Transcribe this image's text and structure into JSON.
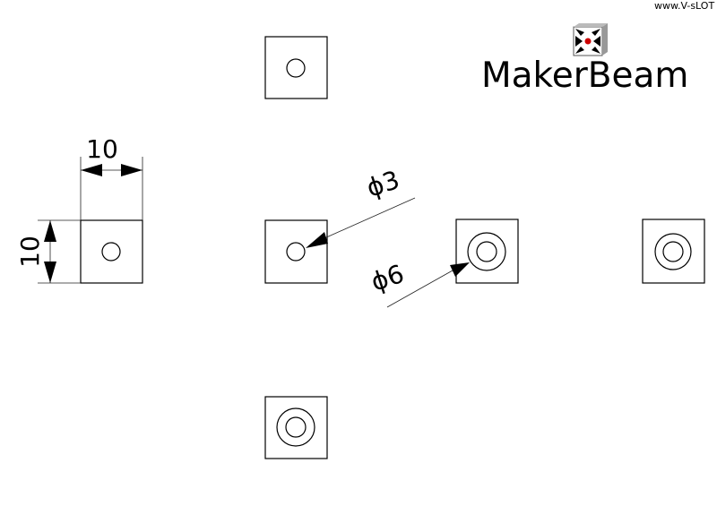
{
  "header": {
    "website": "www.V-sLOT",
    "brand": "MakerBeam"
  },
  "dimensions": {
    "width": "10",
    "height": "10",
    "hole_small": "ϕ3",
    "hole_large": "ϕ6"
  },
  "colors": {
    "logo_dot": "#cc0000",
    "line": "#000000"
  }
}
